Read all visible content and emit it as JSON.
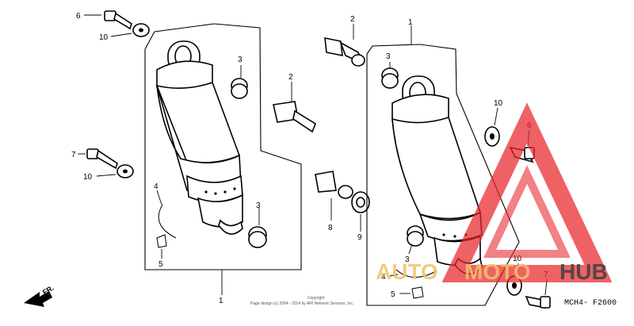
{
  "diagram": {
    "code": "MCH4- F2600",
    "direction": "FR.",
    "copyright": [
      "Copyright",
      "Page design (c) 2004 - 2014 by ARI Network Services, Inc."
    ]
  },
  "callouts": {
    "left_1": "1",
    "left_2": "2",
    "left_3a": "3",
    "left_3b": "3",
    "left_4": "4",
    "left_5": "5",
    "left_6": "6",
    "left_7": "7",
    "left_10a": "10",
    "left_10b": "10",
    "mid_2": "2",
    "mid_8": "8",
    "mid_9": "9",
    "right_1": "1",
    "right_3a": "3",
    "right_3b": "3",
    "right_4": "4",
    "right_5": "5",
    "right_6": "6",
    "right_7": "7",
    "right_10a": "10",
    "right_10b": "10"
  },
  "watermark": {
    "text_a": "AUTO",
    "text_b": "MOTO",
    "text_c": "HUB",
    "color": "#e8262b"
  }
}
